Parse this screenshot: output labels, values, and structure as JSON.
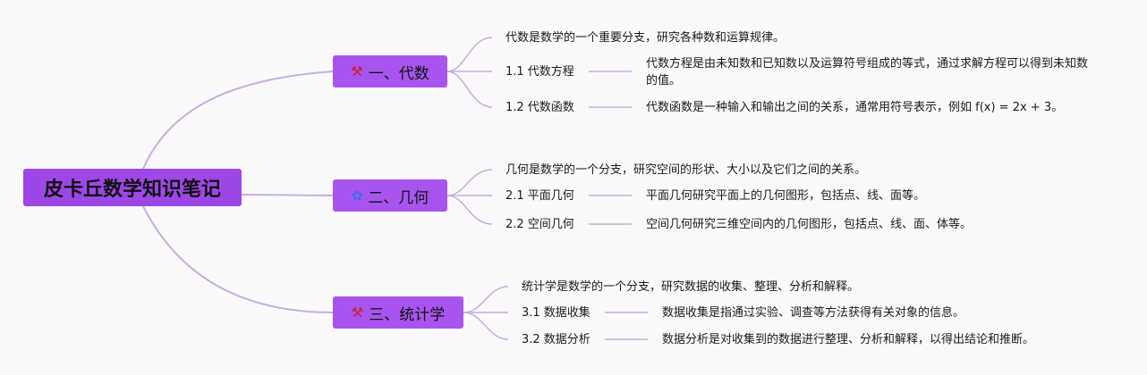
{
  "root": {
    "title": "皮卡丘数学知识笔记"
  },
  "colors": {
    "node_root": "#9d47e6",
    "node_branch": "#a855f0",
    "line": "#c4aee0"
  },
  "branches": [
    {
      "icon": "tools-icon",
      "label": "一、代数",
      "description": "代数是数学的一个重要分支，研究各种数和运算规律。",
      "subtopics": [
        {
          "label": "1.1 代数方程",
          "detail": "代数方程是由未知数和已知数以及运算符号组成的等式，通过求解方程可以得到未知数的值。"
        },
        {
          "label": "1.2 代数函数",
          "detail": "代数函数是一种输入和输出之间的关系，通常用符号表示，例如 f(x) = 2x + 3。"
        }
      ]
    },
    {
      "icon": "star-icon",
      "label": "二、几何",
      "description": "几何是数学的一个分支，研究空间的形状、大小以及它们之间的关系。",
      "subtopics": [
        {
          "label": "2.1 平面几何",
          "detail": "平面几何研究平面上的几何图形，包括点、线、面等。"
        },
        {
          "label": "2.2 空间几何",
          "detail": "空间几何研究三维空间内的几何图形，包括点、线、面、体等。"
        }
      ]
    },
    {
      "icon": "tools-icon",
      "label": "三、统计学",
      "description": "统计学是数学的一个分支，研究数据的收集、整理、分析和解释。",
      "subtopics": [
        {
          "label": "3.1 数据收集",
          "detail": "数据收集是指通过实验、调查等方法获得有关对象的信息。"
        },
        {
          "label": "3.2 数据分析",
          "detail": "数据分析是对收集到的数据进行整理、分析和解释，以得出结论和推断。"
        }
      ]
    }
  ]
}
